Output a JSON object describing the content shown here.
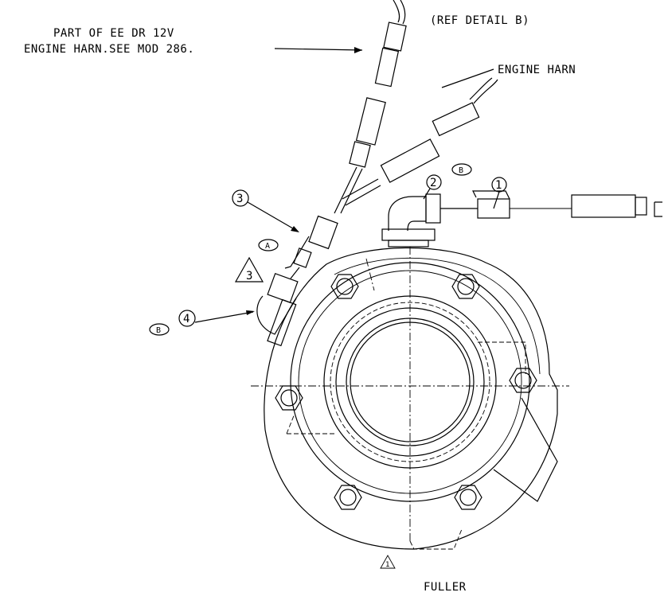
{
  "notes": {
    "part_of_line1": "PART OF EE DR 12V",
    "part_of_line2": "ENGINE HARN.SEE MOD 286.",
    "ref_detail": "(REF DETAIL B)",
    "engine_harn": "ENGINE HARN",
    "fuller": "FULLER"
  },
  "balloons": {
    "item1": "1",
    "item2": "2",
    "item3": "3",
    "item4": "4",
    "detail_a": "A",
    "detail_b_top": "B",
    "detail_b_left": "B"
  },
  "flags": {
    "flag3": "3",
    "flag1": "1"
  }
}
